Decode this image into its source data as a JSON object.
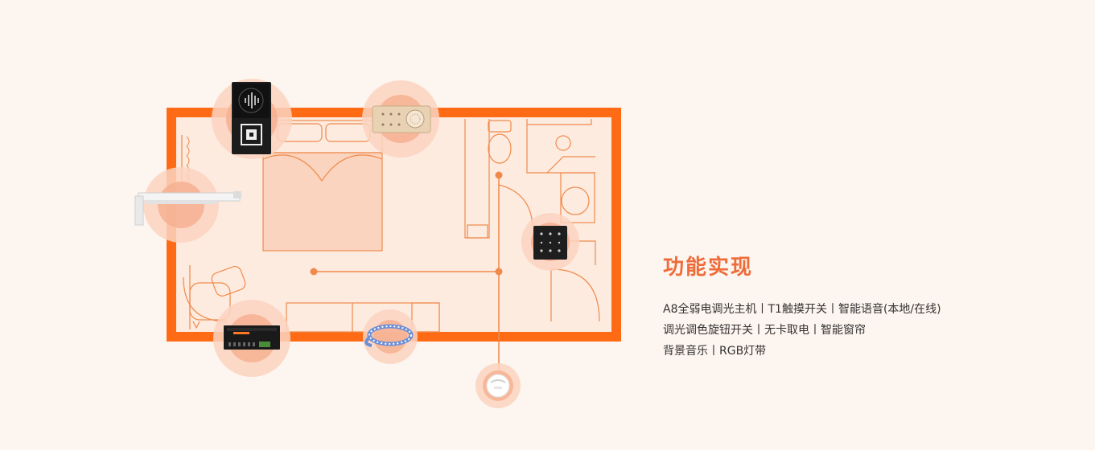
{
  "colors": {
    "background": "#fdf5ef",
    "wall": "#ff6a14",
    "accent": "#ee6c3a",
    "halo_outer": "#fbd3bf",
    "halo_inner": "#f6b394",
    "line": "#f08a4b"
  },
  "devices": [
    {
      "name": "voice-panel-icon"
    },
    {
      "name": "dimmer-panel-icon"
    },
    {
      "name": "curtain-motor-icon"
    },
    {
      "name": "touch-switch-icon"
    },
    {
      "name": "host-controller-icon"
    },
    {
      "name": "led-strip-icon"
    },
    {
      "name": "card-switch-icon"
    }
  ],
  "features": {
    "title": "功能实现",
    "lines": [
      "A8全弱电调光主机丨T1触摸开关丨智能语音(本地/在线)",
      "调光调色旋钮开关丨无卡取电丨智能窗帘",
      "背景音乐丨RGB灯带"
    ]
  }
}
